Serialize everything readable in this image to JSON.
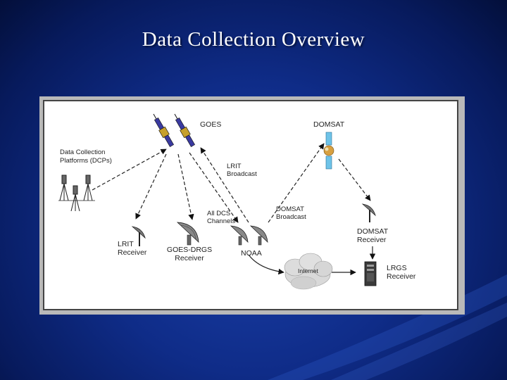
{
  "title": "Data Collection Overview",
  "diagram": {
    "nodes": {
      "goes": "GOES",
      "domsat": "DOMSAT",
      "dcp_line1": "Data Collection",
      "dcp_line2": "Platforms (DCPs)",
      "lrit_broadcast_line1": "LRIT",
      "lrit_broadcast_line2": "Broadcast",
      "all_dcs_line1": "All DCS",
      "all_dcs_line2": "Channels",
      "domsat_broadcast_line1": "DOMSAT",
      "domsat_broadcast_line2": "Broadcast",
      "lrit_receiver_line1": "LRIT",
      "lrit_receiver_line2": "Receiver",
      "goes_drgs_line1": "GOES-DRGS",
      "goes_drgs_line2": "Receiver",
      "noaa": "NOAA",
      "domsat_receiver_line1": "DOMSAT",
      "domsat_receiver_line2": "Receiver",
      "internet": "Internet",
      "lrgs_line1": "LRGS",
      "lrgs_line2": "Receiver"
    }
  }
}
